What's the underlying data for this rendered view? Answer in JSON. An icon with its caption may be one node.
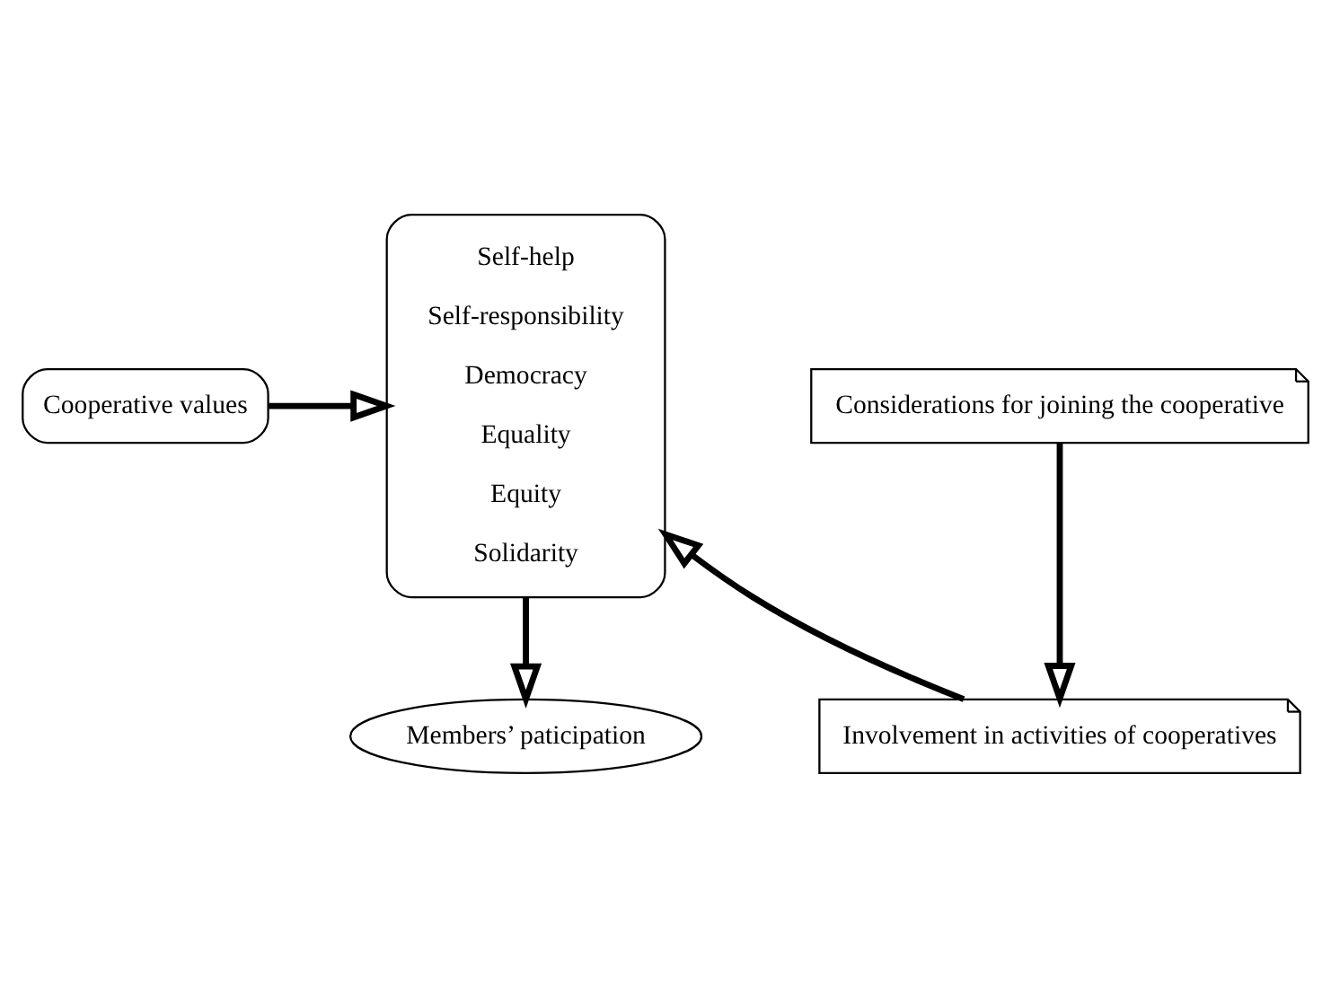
{
  "diagram": {
    "nodes": [
      {
        "text": [
          "Cooperative values"
        ]
      },
      {
        "text": [
          "Self-help",
          "Self-responsibility",
          "Democracy",
          "Equality",
          "Equity",
          "Solidarity"
        ]
      },
      {
        "text": [
          "Considerations for joining the cooperative"
        ]
      },
      {
        "text": [
          "Involvement in activities of cooperatives"
        ]
      },
      {
        "text": [
          "Members’ paticipation"
        ]
      }
    ],
    "edges": [
      {
        "from": 0,
        "to": 1,
        "arrow": "to"
      },
      {
        "from": 2,
        "to": 3,
        "arrow": "to"
      },
      {
        "from": 3,
        "to": 1,
        "arrow": "to"
      },
      {
        "from": 1,
        "to": 4,
        "arrow": "to"
      }
    ]
  }
}
